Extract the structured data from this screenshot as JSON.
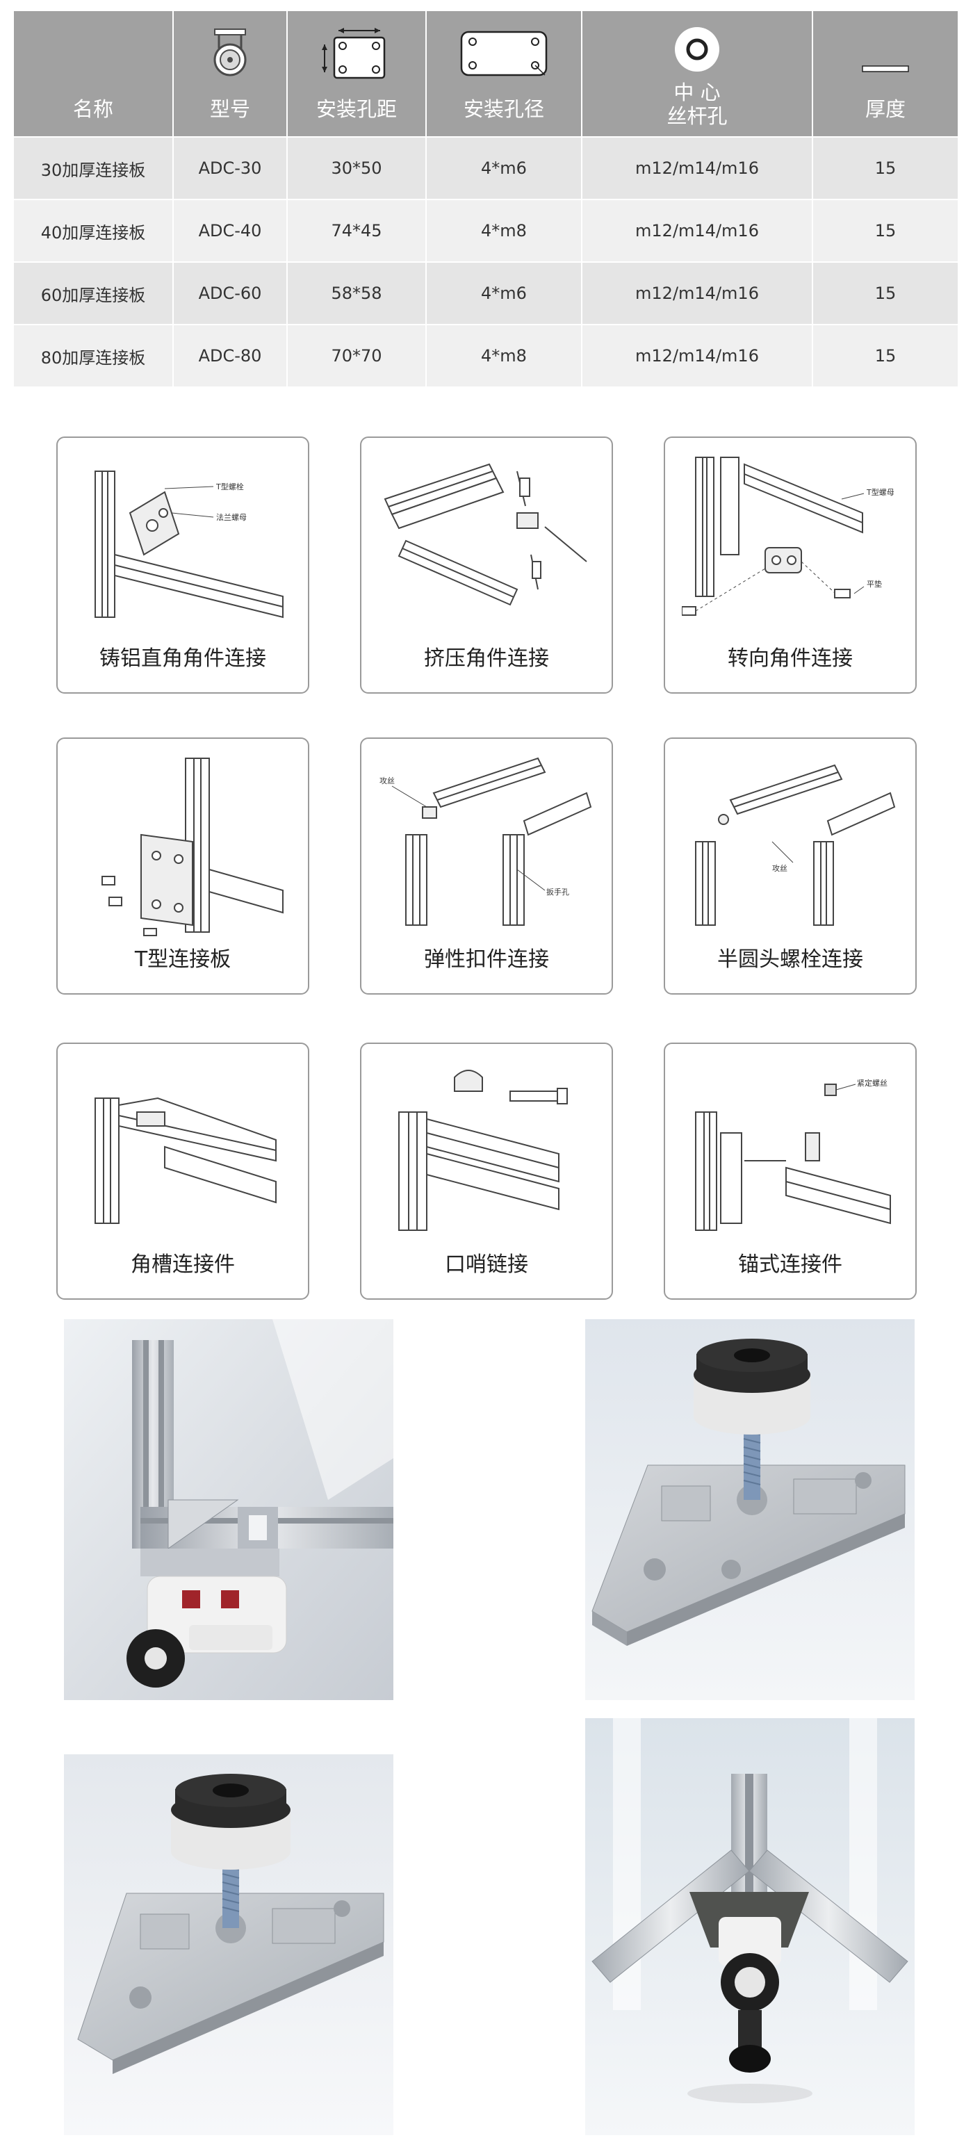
{
  "table": {
    "headers": {
      "name": "名称",
      "model": "型号",
      "hole_distance": "安装孔距",
      "hole_diameter": "安装孔径",
      "center_line1": "中  心",
      "center_line2": "丝杆孔",
      "thickness": "厚度"
    },
    "rows": [
      {
        "name": "30加厚连接板",
        "model": "ADC-30",
        "distance": "30*50",
        "diameter": "4*m6",
        "center": "m12/m14/m16",
        "thickness": "15"
      },
      {
        "name": "40加厚连接板",
        "model": "ADC-40",
        "distance": "74*45",
        "diameter": "4*m8",
        "center": "m12/m14/m16",
        "thickness": "15"
      },
      {
        "name": "60加厚连接板",
        "model": "ADC-60",
        "distance": "58*58",
        "diameter": "4*m6",
        "center": "m12/m14/m16",
        "thickness": "15"
      },
      {
        "name": "80加厚连接板",
        "model": "ADC-80",
        "distance": "70*70",
        "diameter": "4*m8",
        "center": "m12/m14/m16",
        "thickness": "15"
      }
    ]
  },
  "connections": [
    {
      "caption": "铸铝直角角件连接",
      "callouts": [
        "T型螺栓",
        "法兰螺母"
      ]
    },
    {
      "caption": "挤压角件连接",
      "callouts": []
    },
    {
      "caption": "转向角件连接",
      "callouts": [
        "T型螺母",
        "平垫"
      ]
    },
    {
      "caption": "T型连接板",
      "callouts": []
    },
    {
      "caption": "弹性扣件连接",
      "callouts": [
        "攻丝",
        "扳手孔"
      ]
    },
    {
      "caption": "半圆头螺栓连接",
      "callouts": [
        "攻丝"
      ]
    },
    {
      "caption": "角槽连接件",
      "callouts": []
    },
    {
      "caption": "口哨链接",
      "callouts": []
    },
    {
      "caption": "锚式连接件",
      "callouts": [
        "紧定螺丝"
      ]
    }
  ],
  "colors": {
    "table_header": "#a1a1a1",
    "row_light": "#e5e5e5",
    "row_lighter": "#f0f0f0",
    "card_border": "#9a9a9a",
    "aluminum": "#c9ccd1",
    "rubber_pad": "#2b2b2b",
    "caster_red": "#a0242a"
  }
}
